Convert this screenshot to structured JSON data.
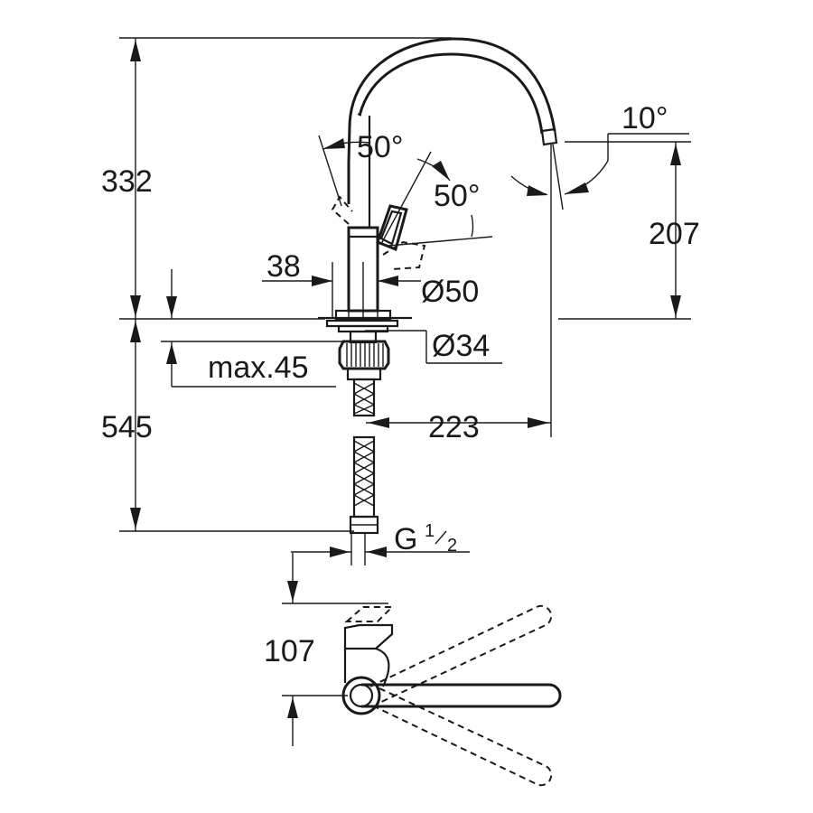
{
  "dimensions": {
    "height_above_counter": "332",
    "spout_angle": "10°",
    "spout_outlet_height": "207",
    "lever_angle_left": "50°",
    "lever_angle_right": "50°",
    "body_offset": "38",
    "body_diameter": "Ø50",
    "mounting_hole_diameter": "Ø34",
    "max_counter_thickness": "max.45",
    "spout_reach": "223",
    "hose_length": "545",
    "connection_thread": "G",
    "connection_thread_sup": "1",
    "connection_thread_sub": "2",
    "lever_clearance": "107"
  },
  "colors": {
    "line": "#1a1a1a",
    "background": "#ffffff"
  }
}
